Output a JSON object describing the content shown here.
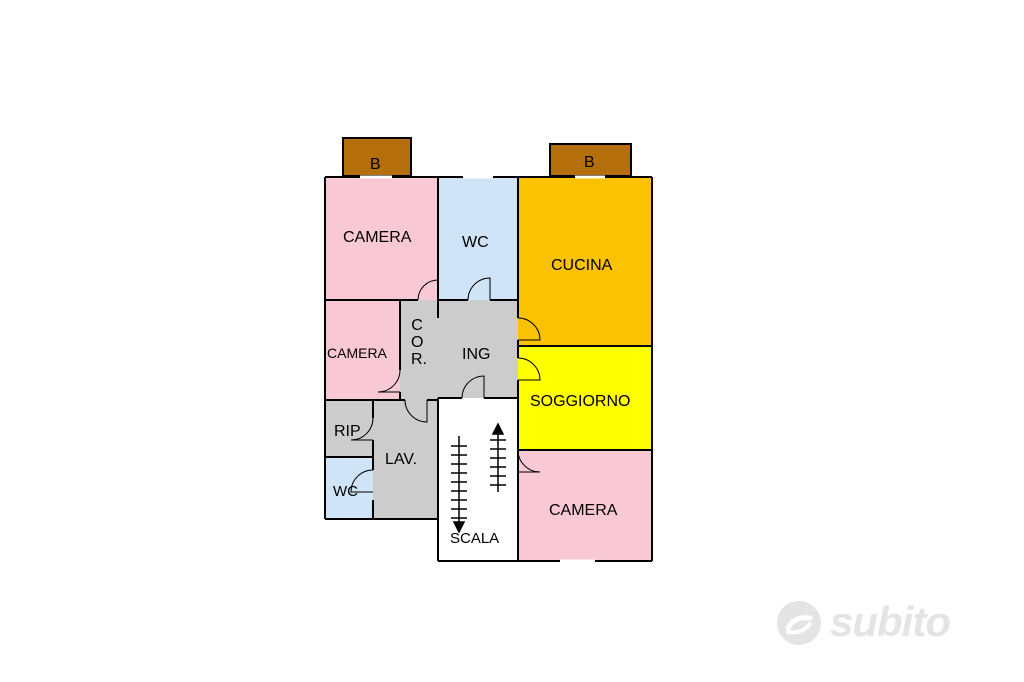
{
  "rooms": {
    "camera_top_left": "CAMERA",
    "wc_top": "WC",
    "cucina": "CUCINA",
    "camera_mid_left": "CAMERA",
    "corridor": "COR.",
    "ingresso": "ING",
    "soggiorno": "SOGGIORNO",
    "ripostiglio": "RIP",
    "lavanderia": "LAV.",
    "wc_bottom": "WC",
    "scala": "SCALA",
    "camera_bottom_right": "CAMERA"
  },
  "balconies": {
    "left": "B",
    "right": "B"
  },
  "watermark": "subito",
  "colors": {
    "camera": "#f9c8d5",
    "wc": "#cfe4f7",
    "cucina": "#fac200",
    "soggiorno": "#ffff00",
    "service": "#cccccc",
    "balcony": "#b46f0a",
    "wall": "#000000"
  }
}
